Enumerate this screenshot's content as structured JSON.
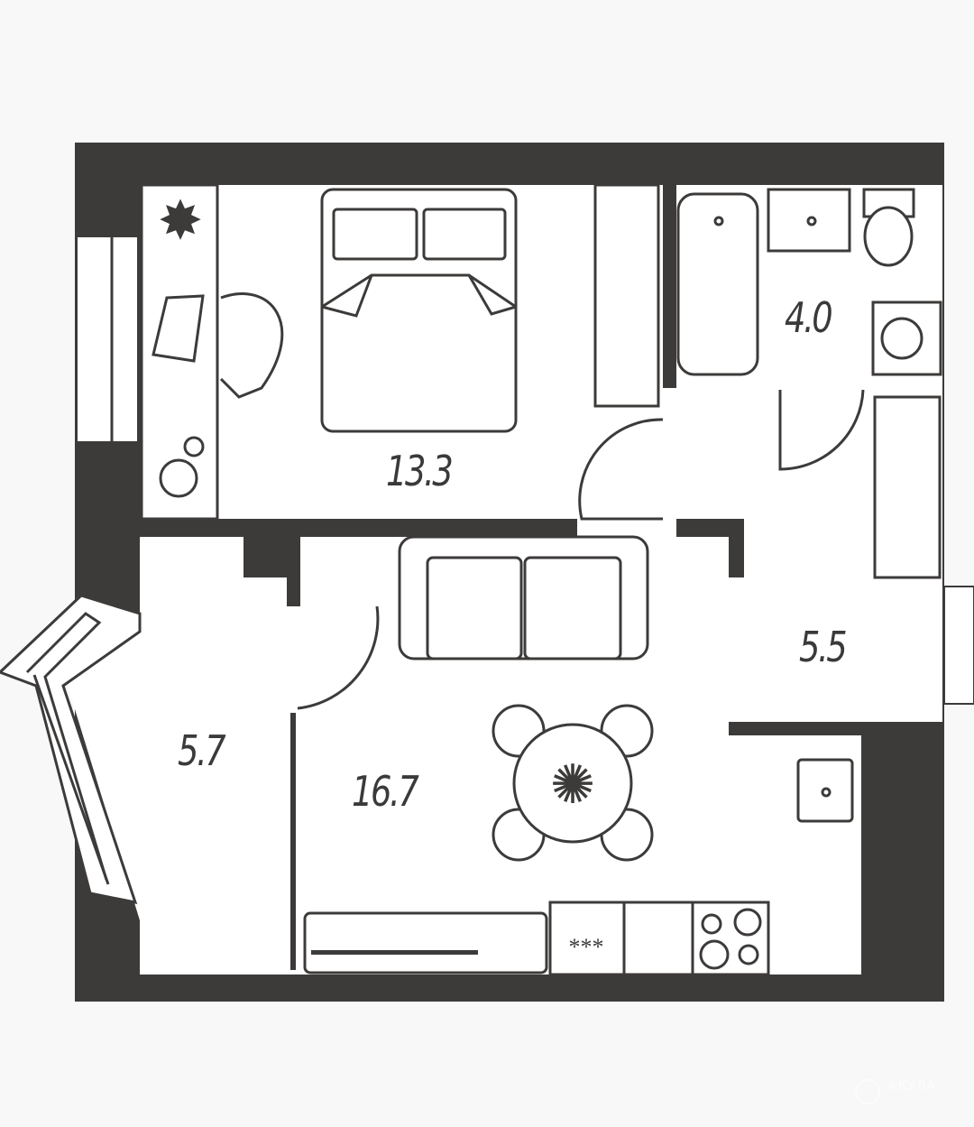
{
  "plan": {
    "rooms": [
      {
        "id": "bedroom",
        "area": "13.3"
      },
      {
        "id": "bathroom",
        "area": "4.0"
      },
      {
        "id": "hallway",
        "area": "5.5"
      },
      {
        "id": "loggia",
        "area": "5.7"
      },
      {
        "id": "living-kitchen",
        "area": "16.7"
      }
    ],
    "colors": {
      "wall": "#3d3b3a",
      "floor": "#ffffff",
      "background": "#f8f8f8"
    },
    "watermark": "АКУЛА"
  }
}
